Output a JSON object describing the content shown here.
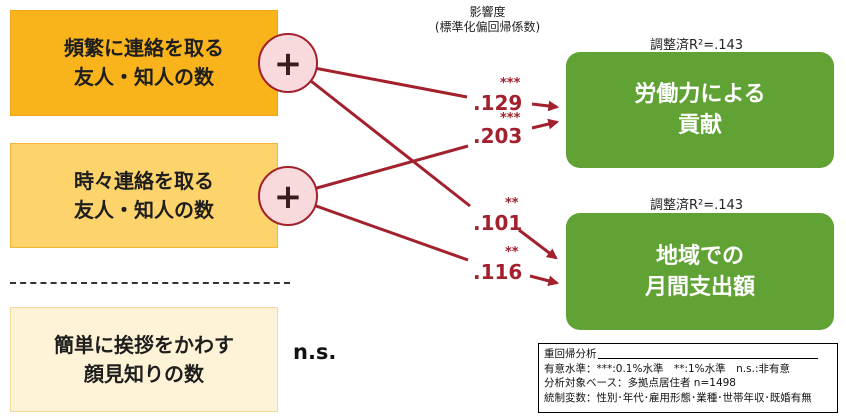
{
  "header": {
    "title": "影響度",
    "subtitle": "(標準化偏回帰係数)"
  },
  "colors": {
    "path": "#A3202D",
    "node_fill": "#F8DADC",
    "outcome_fill": "#61A235",
    "outcome_text": "#FFFFFF"
  },
  "predictors": [
    {
      "label_lines": [
        "頻繁に連絡を取る",
        "友人・知人の数"
      ],
      "color": "#F9B41C",
      "sign": "+",
      "effects": [
        {
          "coef": ".129",
          "sig": "***"
        },
        {
          "coef": ".101",
          "sig": "**"
        }
      ]
    },
    {
      "label_lines": [
        "時々連絡を取る",
        "友人・知人の数"
      ],
      "color": "#FDD46C",
      "sign": "+",
      "effects": [
        {
          "coef": ".203",
          "sig": "***"
        },
        {
          "coef": ".116",
          "sig": "**"
        }
      ]
    },
    {
      "label_lines": [
        "簡単に挨拶をかわす",
        "顔見知りの数"
      ],
      "color": "#FEF3D6",
      "result": "n.s."
    }
  ],
  "outcomes": [
    {
      "label_lines": [
        "労働力による",
        "貢献"
      ],
      "r2": "調整済R²=.143"
    },
    {
      "label_lines": [
        "地域での",
        "月間支出額"
      ],
      "r2": "調整済R²=.143"
    }
  ],
  "notes": {
    "title": "重回帰分析",
    "lines": [
      "有意水準：***:0.1%水準　**:1%水準　n.s.:非有意",
      "分析対象ベース：多拠点居住者 n=1498",
      "統制変数：性別･年代･雇用形態･業種･世帯年収･既婚有無"
    ]
  }
}
